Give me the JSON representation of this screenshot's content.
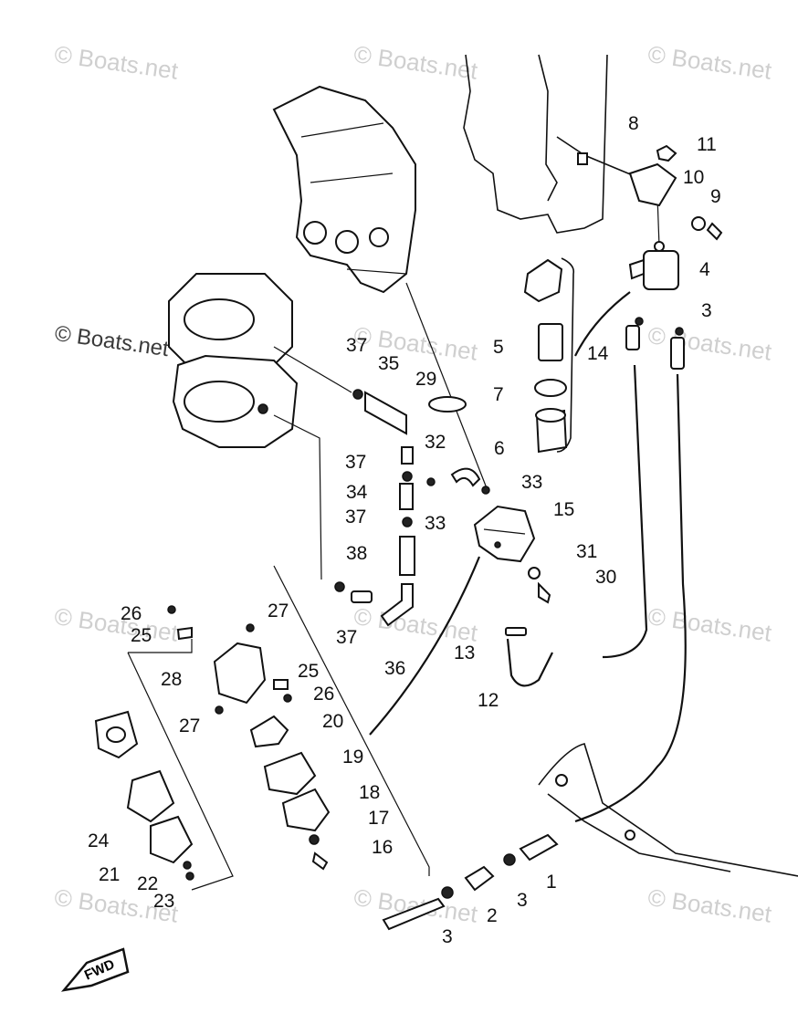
{
  "watermark": {
    "text": "© Boats.net"
  },
  "fwd_label": "FWD",
  "callouts": [
    {
      "id": "c1",
      "label": "1"
    },
    {
      "id": "c2",
      "label": "2"
    },
    {
      "id": "c3a",
      "label": "3"
    },
    {
      "id": "c3b",
      "label": "3"
    },
    {
      "id": "c3c",
      "label": "3"
    },
    {
      "id": "c4",
      "label": "4"
    },
    {
      "id": "c5",
      "label": "5"
    },
    {
      "id": "c6",
      "label": "6"
    },
    {
      "id": "c7",
      "label": "7"
    },
    {
      "id": "c8",
      "label": "8"
    },
    {
      "id": "c9",
      "label": "9"
    },
    {
      "id": "c10",
      "label": "10"
    },
    {
      "id": "c11",
      "label": "11"
    },
    {
      "id": "c12",
      "label": "12"
    },
    {
      "id": "c13",
      "label": "13"
    },
    {
      "id": "c14",
      "label": "14"
    },
    {
      "id": "c15",
      "label": "15"
    },
    {
      "id": "c16",
      "label": "16"
    },
    {
      "id": "c17",
      "label": "17"
    },
    {
      "id": "c18",
      "label": "18"
    },
    {
      "id": "c19",
      "label": "19"
    },
    {
      "id": "c20",
      "label": "20"
    },
    {
      "id": "c21",
      "label": "21"
    },
    {
      "id": "c22",
      "label": "22"
    },
    {
      "id": "c23",
      "label": "23"
    },
    {
      "id": "c24",
      "label": "24"
    },
    {
      "id": "c25a",
      "label": "25"
    },
    {
      "id": "c25b",
      "label": "25"
    },
    {
      "id": "c26a",
      "label": "26"
    },
    {
      "id": "c26b",
      "label": "26"
    },
    {
      "id": "c27a",
      "label": "27"
    },
    {
      "id": "c27b",
      "label": "27"
    },
    {
      "id": "c28",
      "label": "28"
    },
    {
      "id": "c29",
      "label": "29"
    },
    {
      "id": "c30",
      "label": "30"
    },
    {
      "id": "c31",
      "label": "31"
    },
    {
      "id": "c32",
      "label": "32"
    },
    {
      "id": "c33a",
      "label": "33"
    },
    {
      "id": "c33b",
      "label": "33"
    },
    {
      "id": "c34",
      "label": "34"
    },
    {
      "id": "c35",
      "label": "35"
    },
    {
      "id": "c36",
      "label": "36"
    },
    {
      "id": "c37a",
      "label": "37"
    },
    {
      "id": "c37b",
      "label": "37"
    },
    {
      "id": "c37c",
      "label": "37"
    },
    {
      "id": "c37d",
      "label": "37"
    },
    {
      "id": "c38",
      "label": "38"
    }
  ]
}
